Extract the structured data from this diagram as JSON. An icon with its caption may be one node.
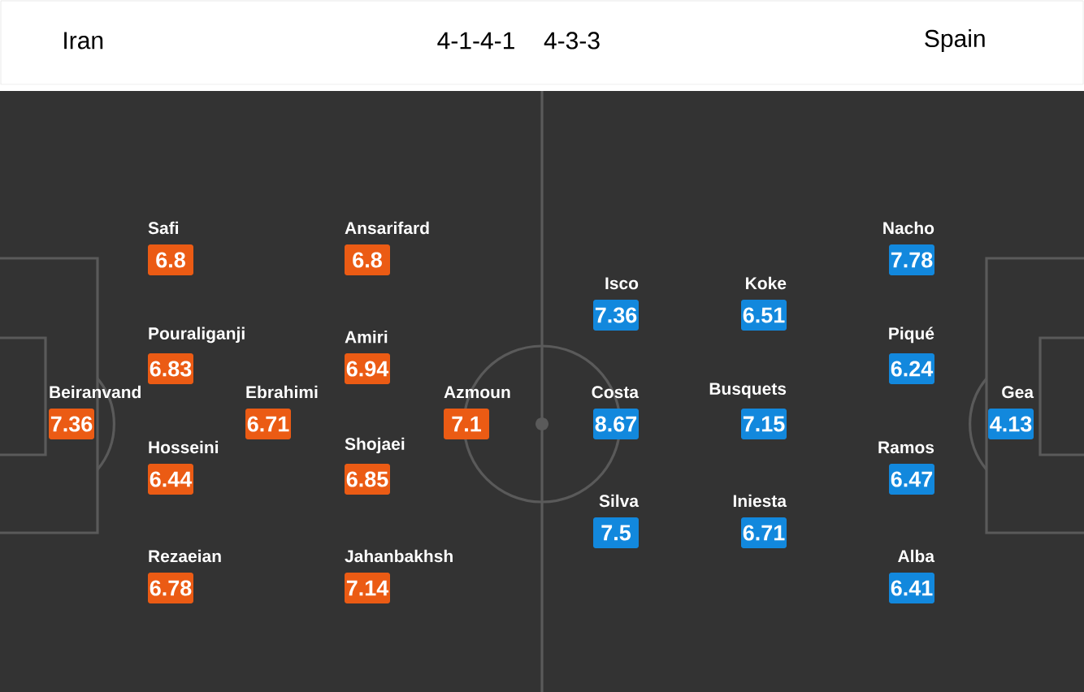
{
  "diagram": {
    "nodes": [
      {
        "text": [
          "Beiranvand",
          "7.36"
        ]
      },
      {
        "text": [
          "Safi",
          "6.8"
        ]
      },
      {
        "text": [
          "Pouraliganji",
          "6.83"
        ]
      },
      {
        "text": [
          "Hosseini",
          "6.44"
        ]
      },
      {
        "text": [
          "Rezaeian",
          "6.78"
        ]
      },
      {
        "text": [
          "Ebrahimi",
          "6.71"
        ]
      },
      {
        "text": [
          "Ansarifard",
          "6.8"
        ]
      },
      {
        "text": [
          "Amiri",
          "6.94"
        ]
      },
      {
        "text": [
          "Shojaei",
          "6.85"
        ]
      },
      {
        "text": [
          "Jahanbakhsh",
          "7.14"
        ]
      },
      {
        "text": [
          "Azmoun",
          "7.1"
        ]
      },
      {
        "text": [
          "Isco",
          "7.36"
        ]
      },
      {
        "text": [
          "Costa",
          "8.67"
        ]
      },
      {
        "text": [
          "Silva",
          "7.5"
        ]
      },
      {
        "text": [
          "Koke",
          "6.51"
        ]
      },
      {
        "text": [
          "Busquets",
          "7.15"
        ]
      },
      {
        "text": [
          "Iniesta",
          "6.71"
        ]
      },
      {
        "text": [
          "Nacho",
          "7.78"
        ]
      },
      {
        "text": [
          "Piqué",
          "6.24"
        ]
      },
      {
        "text": [
          "Ramos",
          "6.47"
        ]
      },
      {
        "text": [
          "Alba",
          "6.41"
        ]
      },
      {
        "text": [
          "Gea",
          "4.13"
        ]
      }
    ],
    "labels": [
      "Iran",
      "4-1-4-1",
      "4-3-3",
      "Spain"
    ]
  }
}
